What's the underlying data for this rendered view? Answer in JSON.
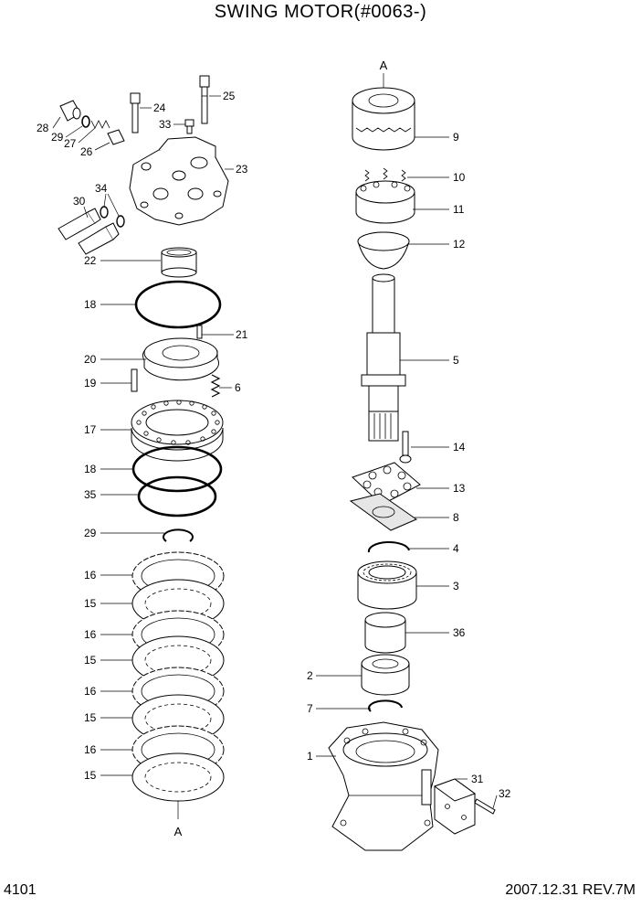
{
  "title": "SWING MOTOR(#0063-)",
  "page_number": "4101",
  "revision": "2007.12.31 REV.7M",
  "connectors": {
    "top": "A",
    "bottom": "A"
  },
  "callouts": {
    "p1": "1",
    "p2": "2",
    "p3": "3",
    "p4": "4",
    "p5": "5",
    "p6": "6",
    "p7": "7",
    "p8": "8",
    "p9": "9",
    "p10": "10",
    "p11": "11",
    "p12": "12",
    "p13": "13",
    "p14": "14",
    "p15a": "15",
    "p15b": "15",
    "p15c": "15",
    "p15d": "15",
    "p16a": "16",
    "p16b": "16",
    "p16c": "16",
    "p16d": "16",
    "p17": "17",
    "p18a": "18",
    "p18b": "18",
    "p19": "19",
    "p20": "20",
    "p21": "21",
    "p22": "22",
    "p23": "23",
    "p24": "24",
    "p25": "25",
    "p26": "26",
    "p27": "27",
    "p28": "28",
    "p29a": "29",
    "p29b": "29",
    "p30": "30",
    "p31": "31",
    "p32": "32",
    "p33": "33",
    "p34": "34",
    "p35": "35",
    "p36": "36"
  }
}
